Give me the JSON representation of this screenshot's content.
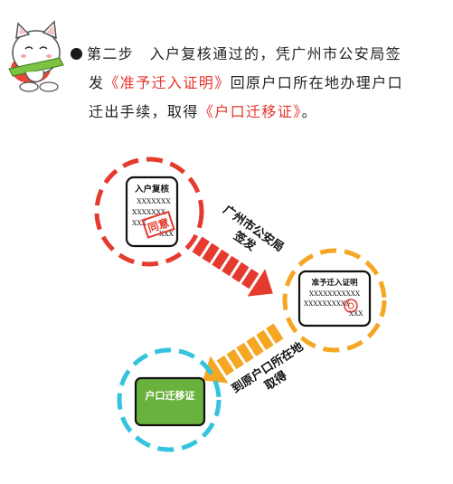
{
  "step": {
    "line1": "第二步　入户复核通过的，凭广州市公安局签",
    "line2_pre": "发",
    "line2_red": "《准予迁入证明》",
    "line2_post": "回原户口所在地办理户口",
    "line3_pre": "迁出手续，取得",
    "line3_red": "《户口迁移证》",
    "line3_post": "。"
  },
  "diagram": {
    "doc1": {
      "title": "入户复核",
      "row1": "XXXXXXX",
      "row2": "XXXXXXX",
      "row3": "XXX",
      "row4": "XXX",
      "stamp": "同意"
    },
    "doc2": {
      "title": "准予迁入证明",
      "row1": "XXXXXXXXXXX",
      "row2": "XXXXXXXXXX",
      "row3": "XXX"
    },
    "doc3": {
      "title": "户口迁移证"
    },
    "arrow1_label_line1": "广州市公安局",
    "arrow1_label_line2": "签发",
    "arrow2_label_line1": "到原户口所在地",
    "arrow2_label_line2": "取得"
  },
  "colors": {
    "red": "#e53a2e",
    "orange": "#f5a623",
    "cyan": "#35c3de",
    "green": "#6ab23e"
  }
}
